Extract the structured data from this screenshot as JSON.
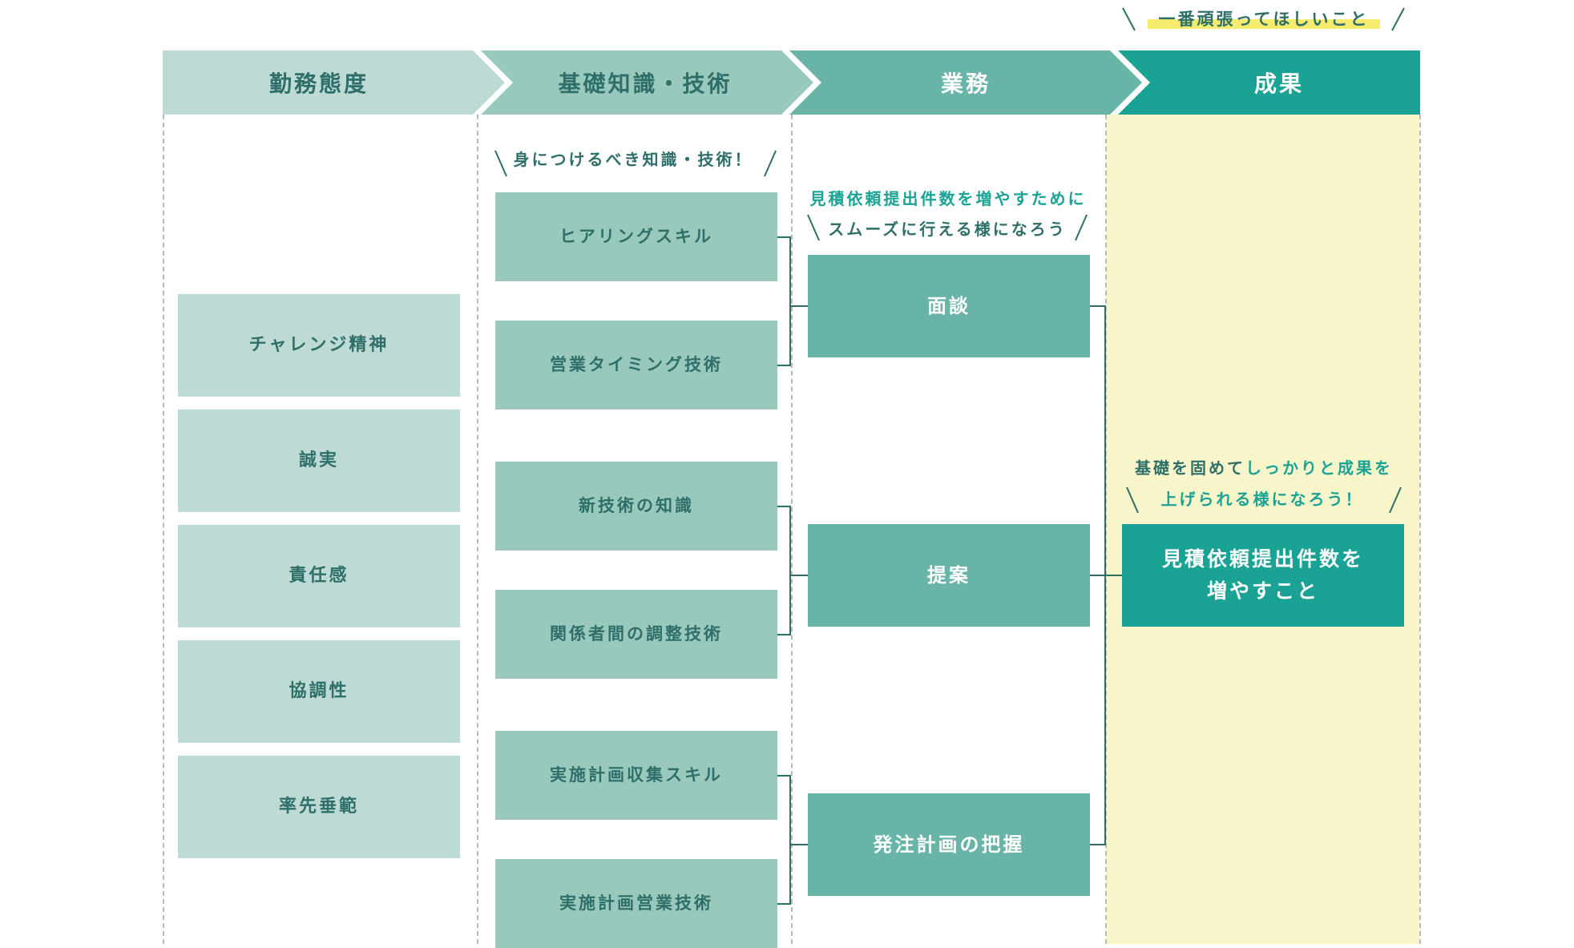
{
  "header": {
    "top_note": "一番頑張ってほしいこと",
    "stages": [
      "勤務態度",
      "基礎知識・技術",
      "業務",
      "成果"
    ]
  },
  "attitude": {
    "items": [
      "チャレンジ精神",
      "誠実",
      "責任感",
      "協調性",
      "率先垂範"
    ]
  },
  "knowledge": {
    "note": "身につけるべき知識・技術！",
    "items": [
      "ヒアリングスキル",
      "営業タイミング技術",
      "新技術の知識",
      "関係者間の調整技術",
      "実施計画収集スキル",
      "実施計画営業技術"
    ]
  },
  "work": {
    "note_line1": "見積依頼提出件数を増やすために",
    "note_line2": "スムーズに行える様になろう",
    "items": [
      "面談",
      "提案",
      "発注計画の把握"
    ]
  },
  "result": {
    "note_line1_a": "基礎を固めて",
    "note_line1_b": "しっかりと成果を",
    "note_line2": "上げられる様になろう！",
    "box_line1": "見積依頼提出件数を",
    "box_line2": "増やすこと"
  },
  "colors": {
    "dark_text": "#2f6f6a",
    "accent_teal": "#1aa394",
    "highlight_yellow": "#f7f5c9",
    "marker_yellow": "#f5ec6e"
  }
}
